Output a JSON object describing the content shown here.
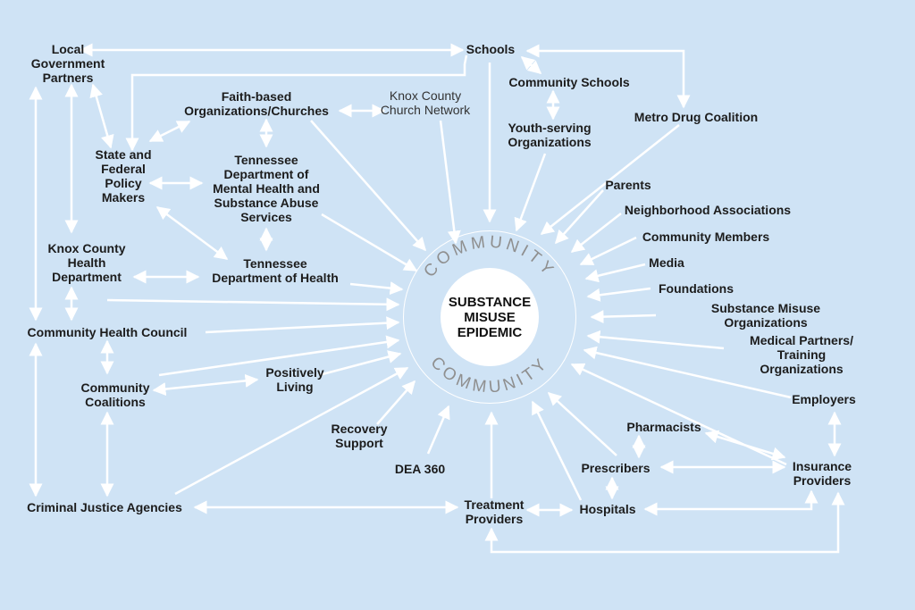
{
  "hub": {
    "title": "SUBSTANCE\nMISUSE\nEPIDEMIC",
    "ring_top": "COMMUNITY",
    "ring_bottom": "COMMUNITY"
  },
  "nodes": {
    "local_government": "Local\nGovernment\nPartners",
    "schools": "Schools",
    "community_schools": "Community Schools",
    "youth_serving": "Youth-serving\nOrganizations",
    "metro_drug": "Metro Drug Coalition",
    "faith_based": "Faith-based\nOrganizations/Churches",
    "knox_church": "Knox County\nChurch Network",
    "state_federal": "State and\nFederal\nPolicy\nMakers",
    "tdmhsas": "Tennessee\nDepartment of\nMental Health and\nSubstance Abuse\nServices",
    "tdh": "Tennessee\nDepartment of Health",
    "knox_health": "Knox County\nHealth\nDepartment",
    "community_health_council": "Community Health Council",
    "community_coalitions": "Community\nCoalitions",
    "positively_living": "Positively\nLiving",
    "recovery_support": "Recovery\nSupport",
    "dea360": "DEA 360",
    "criminal_justice": "Criminal Justice Agencies",
    "treatment_providers": "Treatment\nProviders",
    "hospitals": "Hospitals",
    "prescribers": "Prescribers",
    "pharmacists": "Pharmacists",
    "insurance": "Insurance\nProviders",
    "employers": "Employers",
    "medical_partners": "Medical Partners/\nTraining Organizations",
    "substance_misuse_orgs": "Substance Misuse Organizations",
    "foundations": "Foundations",
    "media": "Media",
    "community_members": "Community Members",
    "neighborhood": "Neighborhood Associations",
    "parents": "Parents"
  },
  "colors": {
    "background": "#cfe3f5",
    "arrow": "#ffffff",
    "ring_text": "#8f8f8f",
    "text": "#1c1c1c"
  }
}
